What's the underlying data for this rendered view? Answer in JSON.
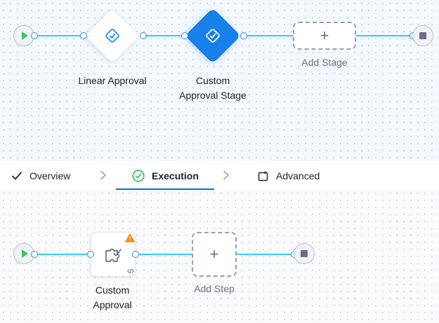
{
  "pipeline": {
    "stages": [
      {
        "label_line1": "Linear Approval",
        "label_line2": "",
        "icon": "approval-icon",
        "selected": false
      },
      {
        "label_line1": "Custom",
        "label_line2": "Approval Stage",
        "icon": "approval-icon",
        "selected": true
      }
    ],
    "add_stage_label": "Add Stage",
    "start_icon": "play-icon",
    "end_icon": "stop-icon"
  },
  "tabs": [
    {
      "label": "Overview",
      "icon": "check-icon",
      "active": false
    },
    {
      "label": "Execution",
      "icon": "check-circle-icon",
      "active": true
    },
    {
      "label": "Advanced",
      "icon": "advanced-settings-icon",
      "active": false
    }
  ],
  "execution": {
    "step": {
      "label_line1": "Custom",
      "label_line2": "Approval",
      "icon": "puzzle-approval-icon",
      "badge_icon": "code-icon",
      "warning_icon": "warning-icon"
    },
    "add_step_label": "Add Step"
  },
  "colors": {
    "accent": "#0278d5",
    "selected_stage": "#1780ea",
    "connector": "#3dc7f6",
    "success": "#41c462",
    "warning": "#ff8800"
  }
}
